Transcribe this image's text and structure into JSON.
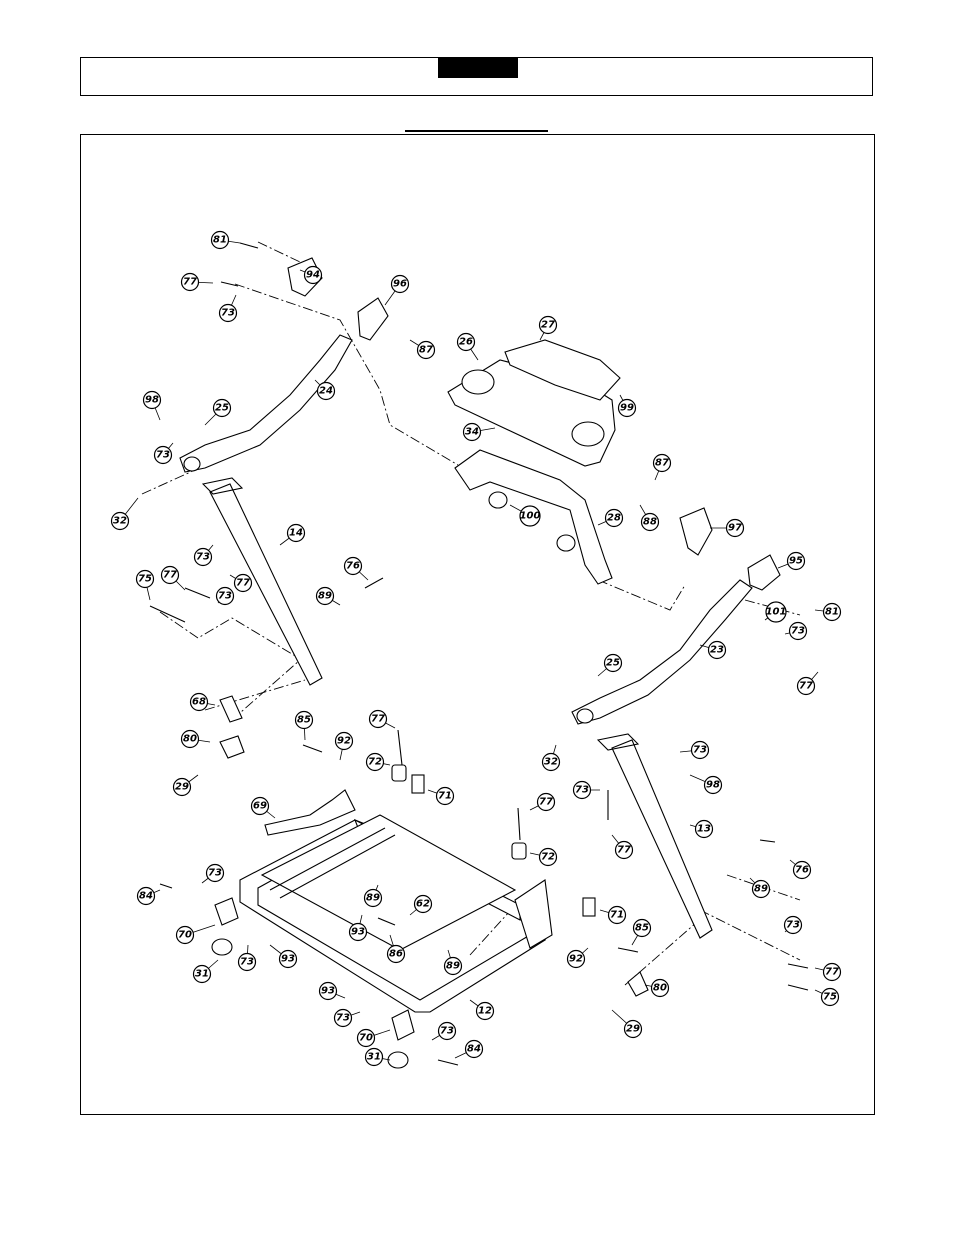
{
  "callouts": [
    {
      "label": "81"
    },
    {
      "label": "94"
    },
    {
      "label": "77"
    },
    {
      "label": "73"
    },
    {
      "label": "96"
    },
    {
      "label": "87"
    },
    {
      "label": "24"
    },
    {
      "label": "98"
    },
    {
      "label": "25"
    },
    {
      "label": "73"
    },
    {
      "label": "32"
    },
    {
      "label": "14"
    },
    {
      "label": "73"
    },
    {
      "label": "77"
    },
    {
      "label": "75"
    },
    {
      "label": "77"
    },
    {
      "label": "73"
    },
    {
      "label": "89"
    },
    {
      "label": "76"
    },
    {
      "label": "68"
    },
    {
      "label": "80"
    },
    {
      "label": "29"
    },
    {
      "label": "85"
    },
    {
      "label": "92"
    },
    {
      "label": "77"
    },
    {
      "label": "72"
    },
    {
      "label": "71"
    },
    {
      "label": "69"
    },
    {
      "label": "27"
    },
    {
      "label": "26"
    },
    {
      "label": "99"
    },
    {
      "label": "34"
    },
    {
      "label": "87"
    },
    {
      "label": "88"
    },
    {
      "label": "100"
    },
    {
      "label": "28"
    },
    {
      "label": "97"
    },
    {
      "label": "95"
    },
    {
      "label": "81"
    },
    {
      "label": "101"
    },
    {
      "label": "73"
    },
    {
      "label": "23"
    },
    {
      "label": "77"
    },
    {
      "label": "25"
    },
    {
      "label": "32"
    },
    {
      "label": "73"
    },
    {
      "label": "98"
    },
    {
      "label": "73"
    },
    {
      "label": "77"
    },
    {
      "label": "13"
    },
    {
      "label": "77"
    },
    {
      "label": "72"
    },
    {
      "label": "76"
    },
    {
      "label": "89"
    },
    {
      "label": "73"
    },
    {
      "label": "77"
    },
    {
      "label": "75"
    },
    {
      "label": "80"
    },
    {
      "label": "29"
    },
    {
      "label": "71"
    },
    {
      "label": "85"
    },
    {
      "label": "92"
    },
    {
      "label": "62"
    },
    {
      "label": "89"
    },
    {
      "label": "93"
    },
    {
      "label": "86"
    },
    {
      "label": "89"
    },
    {
      "label": "84"
    },
    {
      "label": "73"
    },
    {
      "label": "70"
    },
    {
      "label": "73"
    },
    {
      "label": "93"
    },
    {
      "label": "31"
    },
    {
      "label": "12"
    },
    {
      "label": "93"
    },
    {
      "label": "73"
    },
    {
      "label": "70"
    },
    {
      "label": "73"
    },
    {
      "label": "84"
    },
    {
      "label": "31"
    }
  ]
}
